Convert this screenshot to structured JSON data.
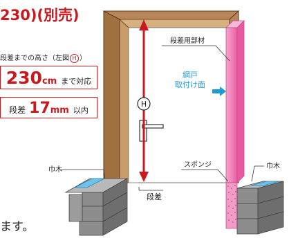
{
  "title": "230)(別売)",
  "height_caption_prefix": "段差までの高さ（左図",
  "height_caption_badge": "H",
  "height_caption_suffix": "）",
  "box1": {
    "value": "230",
    "unit": "cm",
    "suffix": "まで対応"
  },
  "box2": {
    "prefix": "段差",
    "value": "17",
    "unit": "mm",
    "suffix": "以内"
  },
  "labels": {
    "step_member": "段差用部材",
    "screen_mount_line1": "網戸",
    "screen_mount_line2": "取付け面",
    "h_marker": "H",
    "sponge": "スポンジ",
    "baseboard_left": "巾木",
    "baseboard_right": "巾木",
    "step": "段差"
  },
  "bottom_text": "ます。",
  "colors": {
    "brand_red": "#c8191f",
    "frame": "#a87a4c",
    "frame_light": "#c99c6a",
    "pink": "#f07ab5",
    "blue": "#1e9ad6",
    "concrete": "#8d8d8d"
  }
}
